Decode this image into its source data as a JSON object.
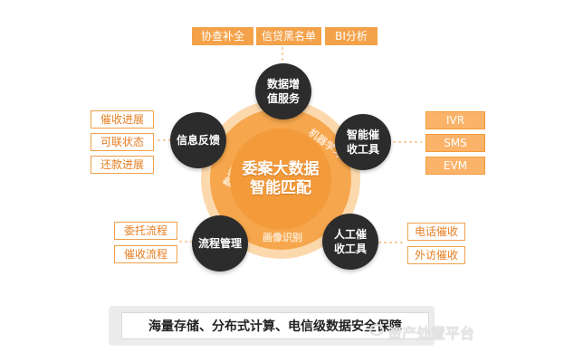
{
  "top_tags": [
    "协查补全",
    "信贷黑名单",
    "BI分析"
  ],
  "left_top_tags": [
    "催收进展",
    "可联状态",
    "还款进展"
  ],
  "left_bottom_tags": [
    "委托流程",
    "催收流程"
  ],
  "right_top_tags": [
    "IVR",
    "SMS",
    "EVM"
  ],
  "right_bottom_tags": [
    "电话催收",
    "外访催收"
  ],
  "nodes": {
    "data_service": [
      "数据增",
      "值服务"
    ],
    "smart_tools": [
      "智能催",
      "收工具"
    ],
    "manual_tools": [
      "人工催",
      "收工具"
    ],
    "process": [
      "流程管理"
    ],
    "feedback": [
      "信息反馈"
    ]
  },
  "center": {
    "line1": "委案大数据",
    "line2": "智能匹配",
    "ring_labels": [
      "数据挖掘",
      "机器学习",
      "画像识别"
    ]
  },
  "banner": {
    "text": "海量存储、分布式计算、电信级数据安全保障"
  },
  "watermark": "资产处置平台",
  "colors": {
    "accent": "#f39a3b",
    "node": "#2c2c2c"
  }
}
